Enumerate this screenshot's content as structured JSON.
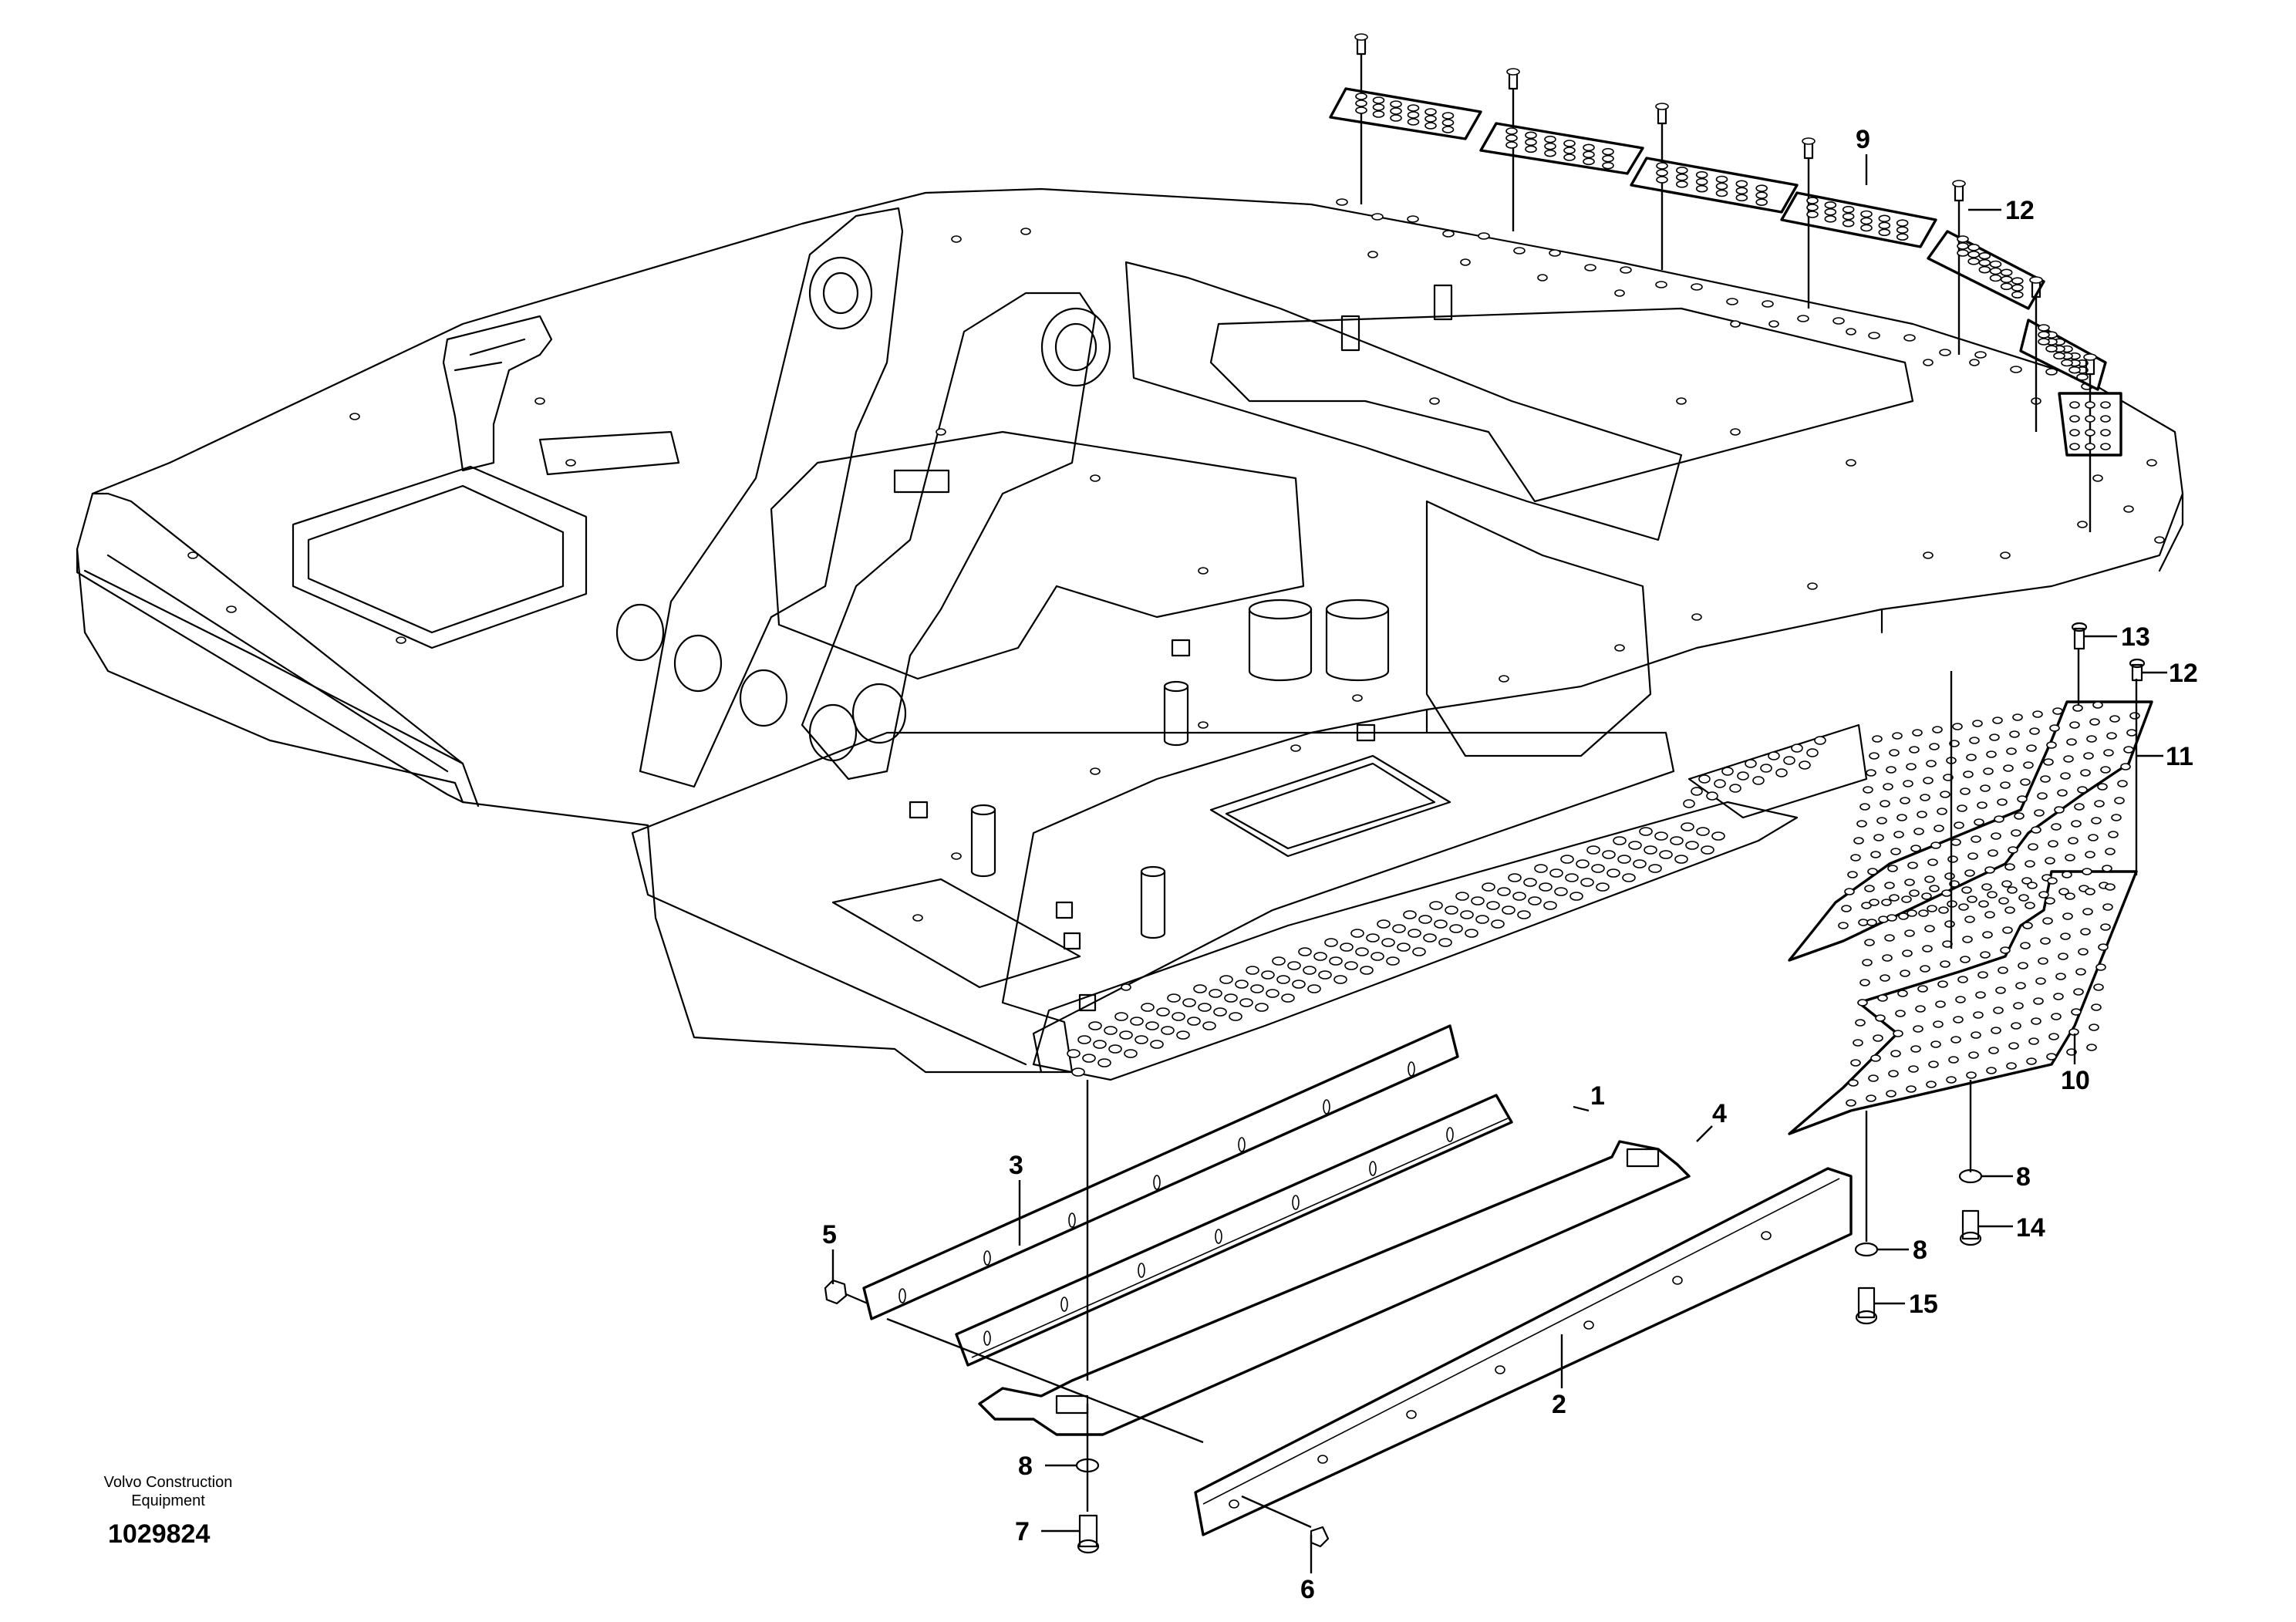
{
  "callouts": [
    {
      "id": "1",
      "label": "1"
    },
    {
      "id": "2",
      "label": "2"
    },
    {
      "id": "3",
      "label": "3"
    },
    {
      "id": "4",
      "label": "4"
    },
    {
      "id": "5",
      "label": "5"
    },
    {
      "id": "6",
      "label": "6"
    },
    {
      "id": "7",
      "label": "7"
    },
    {
      "id": "8a",
      "label": "8"
    },
    {
      "id": "8b",
      "label": "8"
    },
    {
      "id": "8c",
      "label": "8"
    },
    {
      "id": "9",
      "label": "9"
    },
    {
      "id": "10",
      "label": "10"
    },
    {
      "id": "11",
      "label": "11"
    },
    {
      "id": "12a",
      "label": "12"
    },
    {
      "id": "12b",
      "label": "12"
    },
    {
      "id": "13",
      "label": "13"
    },
    {
      "id": "14",
      "label": "14"
    },
    {
      "id": "15",
      "label": "15"
    }
  ],
  "brand": {
    "line1": "Volvo Construction",
    "line2": "Equipment"
  },
  "document_number": "1029824",
  "colors": {
    "line": "#000000",
    "background": "#ffffff"
  }
}
